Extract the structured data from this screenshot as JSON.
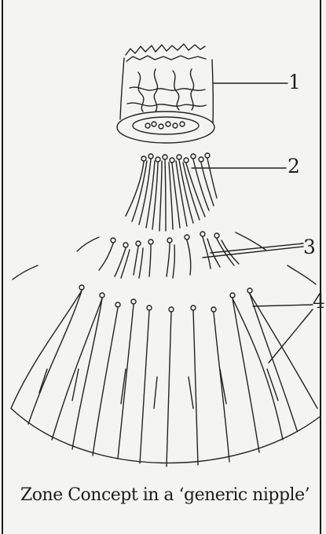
{
  "diagram": {
    "zone_labels": [
      "1",
      "2",
      "3",
      "4"
    ],
    "caption": "Zone Concept in a ‘generic nipple’"
  }
}
